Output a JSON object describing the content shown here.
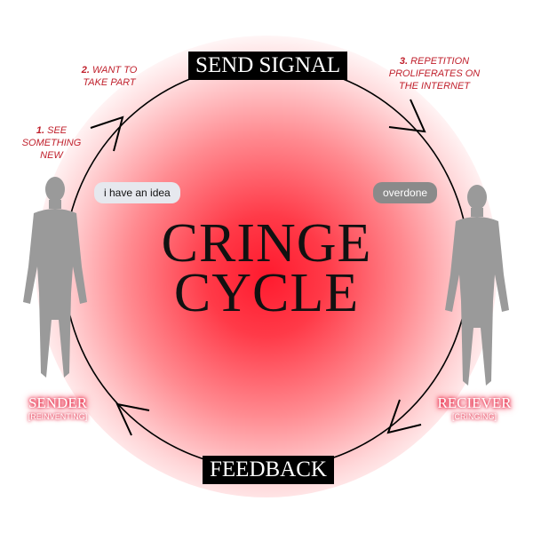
{
  "title": {
    "line1": "CRINGE",
    "line2": "CYCLE"
  },
  "nodes": {
    "top": "SEND SIGNAL",
    "bottom": "FEEDBACK"
  },
  "steps": [
    {
      "num": "1.",
      "text": "SEE SOMETHING NEW"
    },
    {
      "num": "2.",
      "text": "WANT TO TAKE PART"
    },
    {
      "num": "3.",
      "text": "REPETITION PROLIFERATES ON THE INTERNET"
    }
  ],
  "bubbles": {
    "sender": "i have an idea",
    "receiver": "overdone"
  },
  "roles": {
    "sender": {
      "name": "SENDER",
      "state": "[REINVENTING]"
    },
    "receiver": {
      "name": "RECIEVER",
      "state": "[CRINGING]"
    }
  },
  "colors": {
    "accent": "#d4102a",
    "glow": "#ff1a2e"
  }
}
